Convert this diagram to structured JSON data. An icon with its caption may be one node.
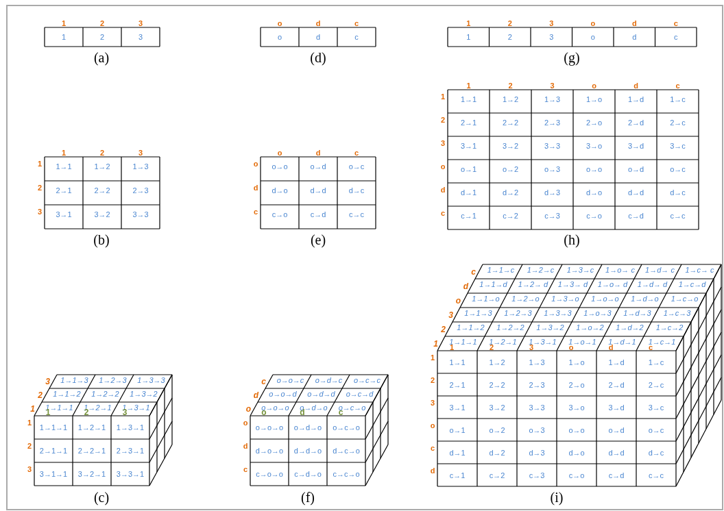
{
  "diagram": {
    "labels": [
      "1",
      "2",
      "3",
      "1",
      "2",
      "3",
      "(a)",
      "o",
      "d",
      "c",
      "o",
      "d",
      "c",
      "(d)",
      "1",
      "2",
      "3",
      "o",
      "d",
      "c",
      "1",
      "2",
      "3",
      "o",
      "d",
      "c",
      "(g)",
      "1",
      "2",
      "3",
      "1",
      "1→1",
      "1→2",
      "1→3",
      "2",
      "2→1",
      "2→2",
      "2→3",
      "3",
      "3→1",
      "3→2",
      "3→3",
      "(b)",
      "o",
      "d",
      "c",
      "o",
      "o→o",
      "o→d",
      "o→c",
      "d",
      "d→o",
      "d→d",
      "d→c",
      "c",
      "c→o",
      "c→d",
      "c→c",
      "(e)",
      "1",
      "2",
      "3",
      "o",
      "d",
      "c",
      "1",
      "1→1",
      "1→2",
      "1→3",
      "1→o",
      "1→d",
      "1→c",
      "2",
      "2→1",
      "2→2",
      "2→3",
      "2→o",
      "2→d",
      "2→c",
      "3",
      "3→1",
      "3→2",
      "3→3",
      "3→o",
      "3→d",
      "3→c",
      "o",
      "o→1",
      "o→2",
      "o→3",
      "o→o",
      "o→d",
      "o→c",
      "d",
      "d→1",
      "d→2",
      "d→3",
      "d→o",
      "d→d",
      "d→c",
      "c",
      "c→1",
      "c→2",
      "c→3",
      "c→o",
      "c→d",
      "c→c",
      "(h)",
      "3",
      "1→1→3",
      "1→2→3",
      "1→3→3",
      "2",
      "1→1→2",
      "1→2→2",
      "1→3→2",
      "1",
      "1→1→1",
      "1→2→1",
      "1→3→1",
      "1",
      "2",
      "3",
      "1",
      "1→1→1",
      "1→2→1",
      "1→3→1",
      "2",
      "2→1→1",
      "2→2→1",
      "2→3→1",
      "3",
      "3→1→1",
      "3→2→1",
      "3→3→1",
      "(c)",
      "c",
      "o→o→c",
      "o→d→c",
      "o→c→c",
      "d",
      "o→o→d",
      "o→d→d",
      "o→c→d",
      "o",
      "o→o→o",
      "o→d→o",
      "o→c→o",
      "o",
      "d",
      "c",
      "o",
      "o→o→o",
      "o→d→o",
      "o→c→o",
      "d",
      "d→o→o",
      "d→d→o",
      "d→c→o",
      "c",
      "c→o→o",
      "c→d→o",
      "c→c→o",
      "(f)",
      "c",
      "1→1→c",
      "1→2→c",
      "1→3→c",
      "1→o→ c",
      "1→d→ c",
      "1→c→ c",
      "d",
      "1→1→d",
      "1→2→ d",
      "1→3→ d",
      "1→o→ d",
      "1→d→ d",
      "1→c→d",
      "o",
      "1→1→o",
      "1→2→o",
      "1→3→o",
      "1→o→o",
      "1→d→o",
      "1→c→o",
      "3",
      "1→1→3",
      "1→2→3",
      "1→3→3",
      "1→o→3",
      "1→d→3",
      "1→c→3",
      "2",
      "1→1→2",
      "1→2→2",
      "1→3→2",
      "1→o→2",
      "1→d→2",
      "1→c→2",
      "1",
      "1→1→1",
      "1→2→1",
      "1→3→1",
      "1→o→1",
      "1→d→1",
      "1→c→1",
      "1",
      "2",
      "3",
      "o",
      "d",
      "c",
      "1",
      "1→1",
      "1→2",
      "1→3",
      "1→o",
      "1→d",
      "1→c",
      "2",
      "2→1",
      "2→2",
      "2→3",
      "2→o",
      "2→d",
      "2→c",
      "3",
      "3→1",
      "3→2",
      "3→3",
      "3→o",
      "3→d",
      "3→c",
      "o",
      "o→1",
      "o→2",
      "o→3",
      "o→o",
      "o→d",
      "o→c",
      "c",
      "d→1",
      "d→2",
      "d→3",
      "d→o",
      "d→d",
      "d→c",
      "d",
      "c→1",
      "c→2",
      "c→3",
      "c→o",
      "c→d",
      "c→c",
      "(i)"
    ]
  }
}
